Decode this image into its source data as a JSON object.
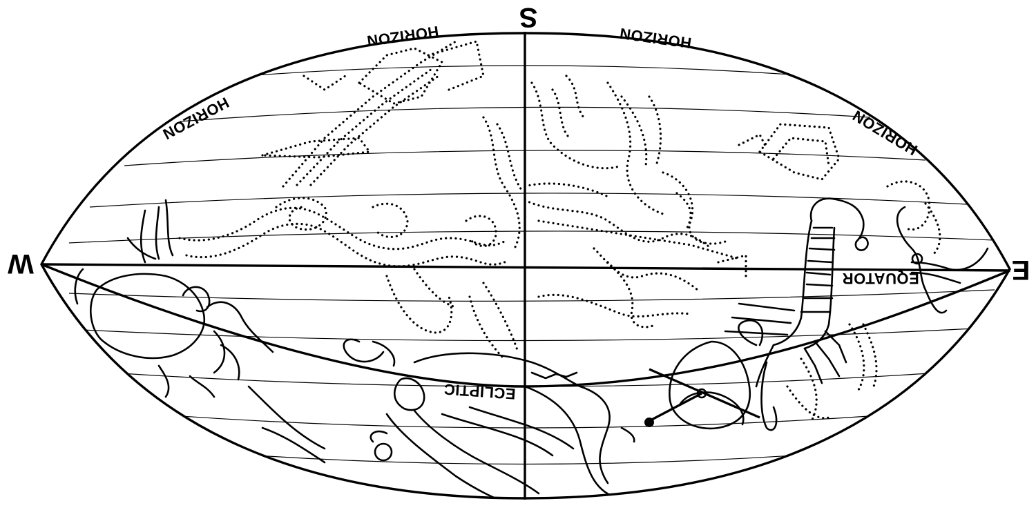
{
  "compass": {
    "south": "S",
    "west": "W",
    "east": "E"
  },
  "labels": {
    "horizon": "HORIZON",
    "equator": "EQUATOR",
    "ecliptic": "ECLIPTIC"
  }
}
